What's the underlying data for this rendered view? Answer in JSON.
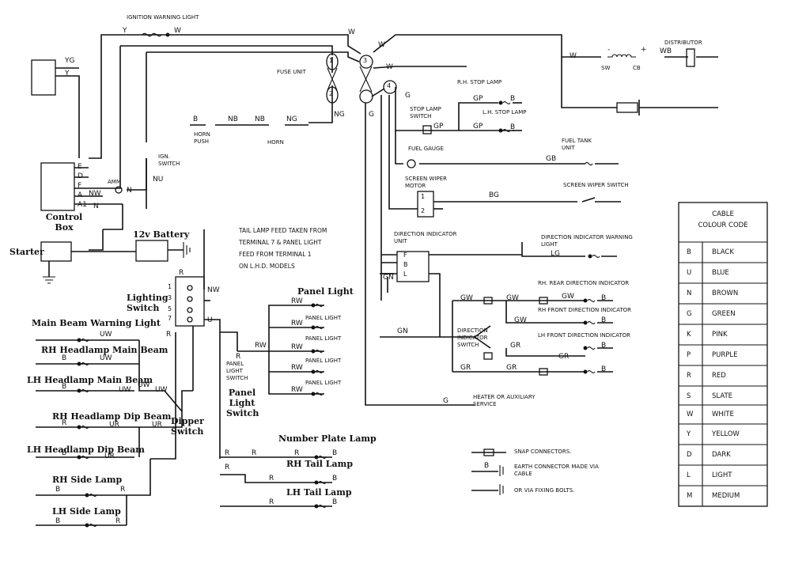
{
  "components": {
    "ignition_warning_light": "IGNITION WARNING LIGHT",
    "fuse_unit": "FUSE UNIT",
    "distributor": "DISTRIBUTOR",
    "sw": "SW",
    "cb": "CB",
    "rh_stop_lamp": "R.H. STOP LAMP",
    "lh_stop_lamp": "L.H. STOP LAMP",
    "stop_lamp_switch": "STOP LAMP SWITCH",
    "horn_push": "HORN PUSH",
    "horn": "HORN",
    "ign_switch": "IGN. SWITCH",
    "fuel_gauge": "FUEL GAUGE",
    "fuel_tank_unit": "FUEL TANK UNIT",
    "screen_wiper_motor": "SCREEN WIPER MOTOR",
    "screen_wiper_switch": "SCREEN WIPER SWITCH",
    "control_box": "Control Box",
    "battery": "12v Battery",
    "starter": "Starter",
    "ammeter": "AMM",
    "direction_indicator_unit": "DIRECTION INDICATOR UNIT",
    "direction_indicator_warning_light": "DIRECTION INDICATOR WARNING LIGHT",
    "rh_rear_direction_indicator": "RH. REAR DIRECTION INDICATOR",
    "rh_front_direction_indicator": "RH FRONT DIRECTION INDICATOR",
    "lh_front_direction_indicator": "LH FRONT DIRECTION INDICATOR",
    "direction_indicator_switch": "DIRECTION INDICATOR SWITCH",
    "lighting_switch": "Lighting Switch",
    "main_beam_warning_light": "Main Beam Warning Light",
    "rh_headlamp_main_beam": "RH Headlamp Main Beam",
    "lh_headlamp_main_beam": "LH Headlamp Main Beam",
    "rh_headlamp_dip_beam": "RH Headlamp Dip Beam",
    "lh_headlamp_dip_beam": "LH Headlamp Dip Beam",
    "dipper_switch": "Dipper Switch",
    "rh_side_lamp": "RH Side Lamp",
    "lh_side_lamp": "LH Side Lamp",
    "panel_light": "Panel Light",
    "panel_light_small": "PANEL LIGHT",
    "panel_light_switch": "Panel Light Switch",
    "panel_light_switch_small": "PANEL LIGHT SWITCH",
    "number_plate_lamp": "Number Plate Lamp",
    "rh_tail_lamp": "RH Tail Lamp",
    "lh_tail_lamp": "LH Tail Lamp",
    "heater": "HEATER OR AUXILIARY SERVICE"
  },
  "note": [
    "TAIL LAMP FEED TAKEN FROM",
    "TERMINAL 7 & PANEL LIGHT",
    "FEED FROM TERMINAL 1",
    "ON L.H.D. MODELS"
  ],
  "control_box_terminals": [
    "E",
    "D",
    "F",
    "A",
    "A1"
  ],
  "lighting_switch_terminals": [
    "1",
    "3",
    "5",
    "7"
  ],
  "indicator_unit_terminals": [
    "F",
    "B",
    "L"
  ],
  "wiper_motor_terminals": [
    "1",
    "2"
  ],
  "fuse_terminals": [
    "1",
    "2",
    "3",
    "4"
  ],
  "wire_codes": {
    "y": "Y",
    "yg": "YG",
    "w": "W",
    "b": "B",
    "nb": "NB",
    "ng": "NG",
    "g": "G",
    "gp": "GP",
    "gb": "GB",
    "bg": "BG",
    "lg": "LG",
    "gn": "GN",
    "gw": "GW",
    "gr": "GR",
    "n": "N",
    "nu": "NU",
    "nw": "NW",
    "wb": "WB",
    "r": "R",
    "u": "U",
    "rw": "RW",
    "uw": "UW",
    "ur": "UR",
    "plus": "+",
    "minus": "-"
  },
  "legend": {
    "title_line1": "CABLE",
    "title_line2": "COLOUR CODE",
    "entries": [
      {
        "code": "B",
        "name": "BLACK"
      },
      {
        "code": "U",
        "name": "BLUE"
      },
      {
        "code": "N",
        "name": "BROWN"
      },
      {
        "code": "G",
        "name": "GREEN"
      },
      {
        "code": "K",
        "name": "PINK"
      },
      {
        "code": "P",
        "name": "PURPLE"
      },
      {
        "code": "R",
        "name": "RED"
      },
      {
        "code": "S",
        "name": "SLATE"
      },
      {
        "code": "W",
        "name": "WHITE"
      },
      {
        "code": "Y",
        "name": "YELLOW"
      },
      {
        "code": "D",
        "name": "DARK"
      },
      {
        "code": "L",
        "name": "LIGHT"
      },
      {
        "code": "M",
        "name": "MEDIUM"
      }
    ]
  },
  "key": {
    "snap": "SNAP CONNECTORS.",
    "earth_cable": "EARTH CONNECTOR MADE VIA CABLE",
    "earth_bolt": "OR VIA FIXING BOLTS."
  }
}
